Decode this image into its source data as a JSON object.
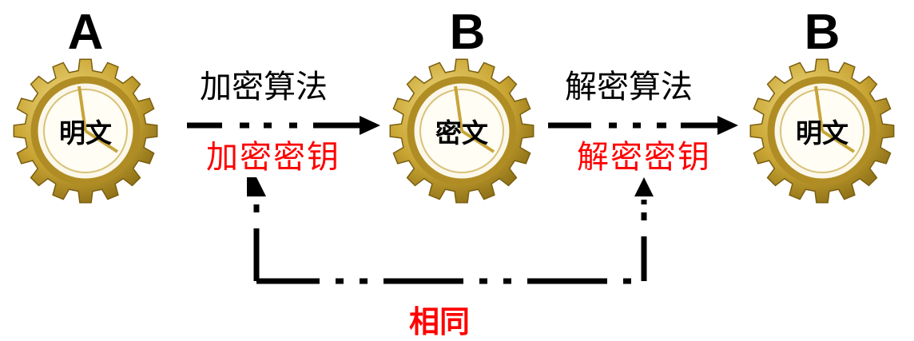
{
  "nodes": [
    {
      "header": "A",
      "label": "明文"
    },
    {
      "header": "B",
      "label": "密文"
    },
    {
      "header": "B",
      "label": "明文"
    }
  ],
  "edges": [
    {
      "algorithm": "加密算法",
      "key": "加密密钥"
    },
    {
      "algorithm": "解密算法",
      "key": "解密密钥"
    }
  ],
  "relation": "相同",
  "colors": {
    "gear_gold": "#c9a533",
    "key_red": "#ff0000",
    "text": "#000000"
  }
}
